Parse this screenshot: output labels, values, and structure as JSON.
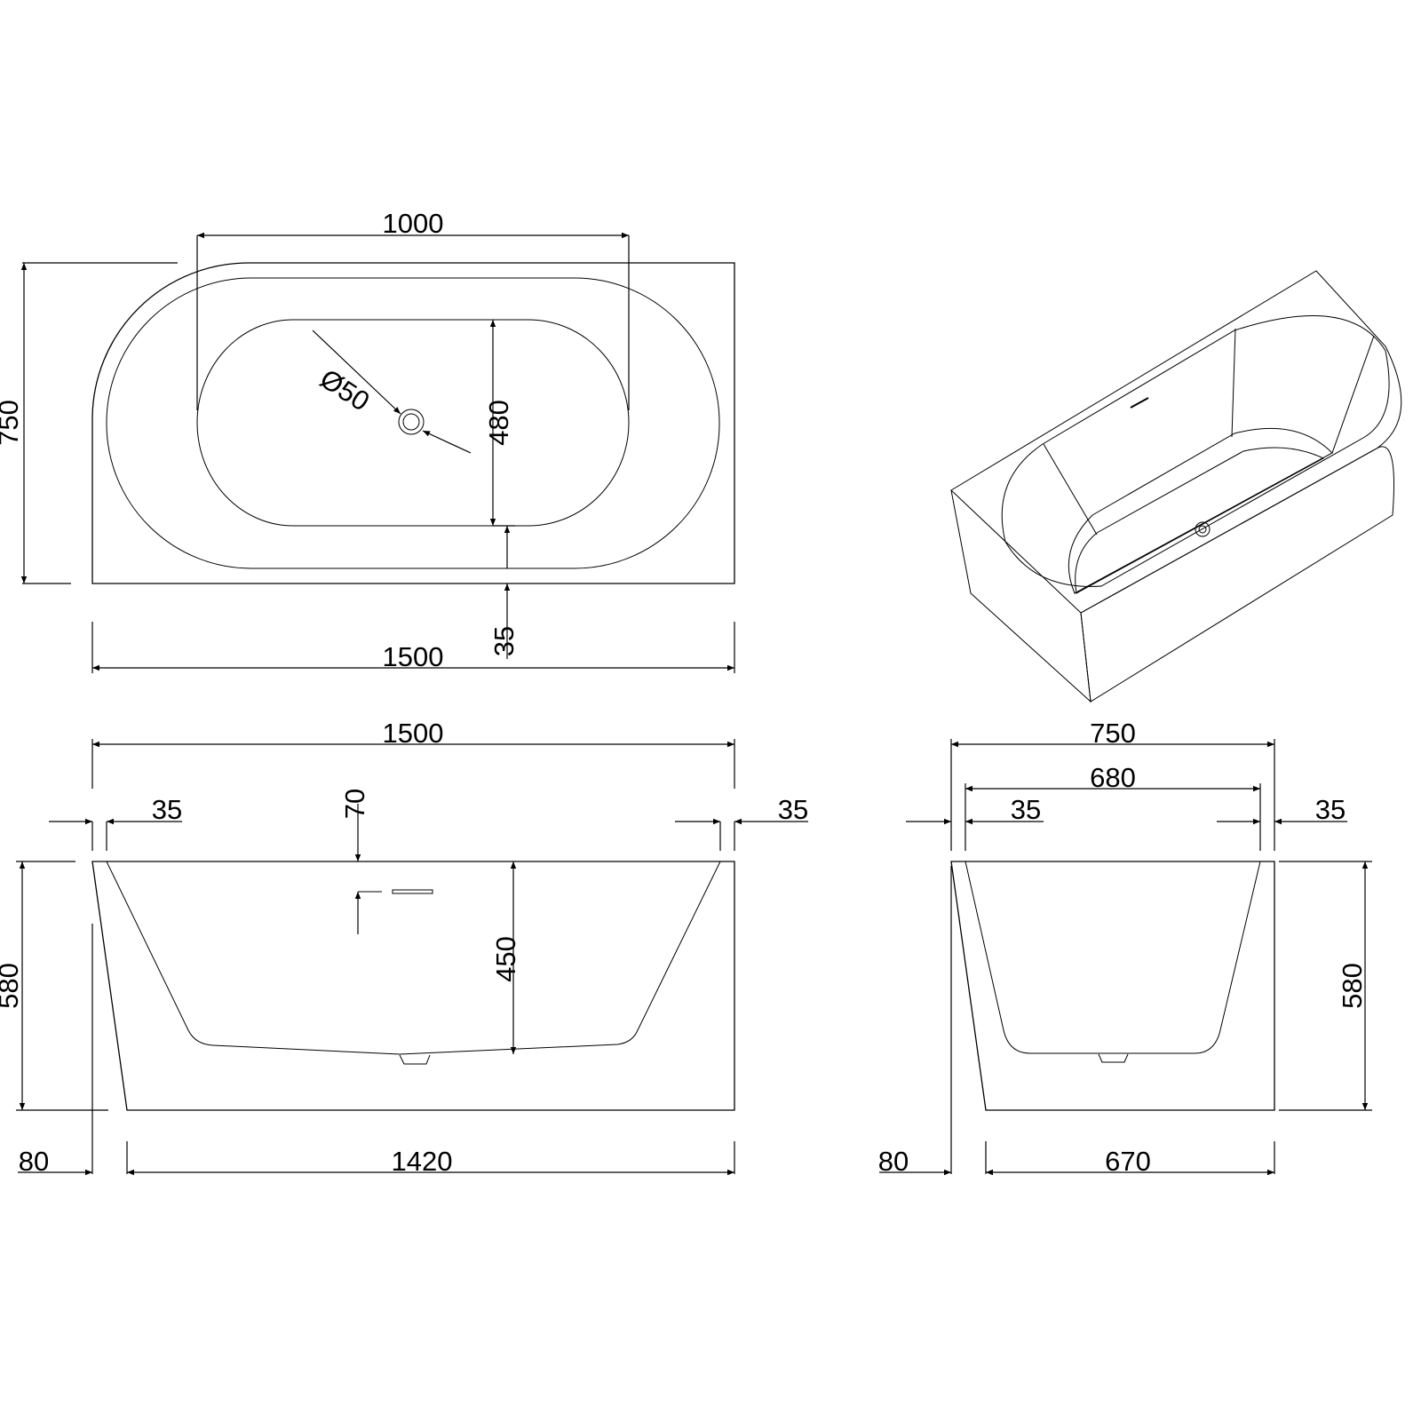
{
  "top_view": {
    "width_overall": "1500",
    "depth_overall": "750",
    "inner_length": "1000",
    "inner_width": "480",
    "rim_offset": "35",
    "drain_diameter": "Ø50"
  },
  "side_view": {
    "width_overall": "1500",
    "rim_left": "35",
    "rim_right": "35",
    "overflow_depth": "70",
    "inner_depth": "450",
    "height": "580",
    "base_offset": "80",
    "base_width": "1420"
  },
  "end_view": {
    "width_overall": "750",
    "inner_width": "680",
    "rim_left": "35",
    "rim_right": "35",
    "height": "580",
    "base_offset": "80",
    "base_width": "670"
  },
  "colors": {
    "line": "#000000",
    "background": "#ffffff"
  }
}
